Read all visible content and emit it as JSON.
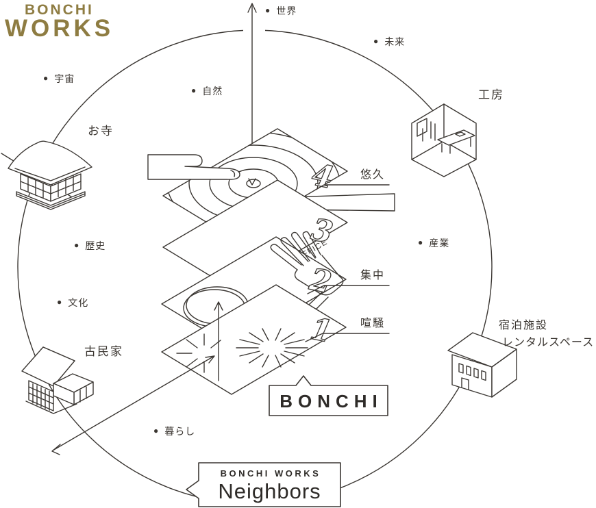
{
  "ink": "#3b3733",
  "logo": {
    "line1": "BONCHI",
    "line2": "WORKS",
    "color": "#8e7c42"
  },
  "bullet": "●",
  "orbit_labels": {
    "sekai": "世界",
    "mirai": "未来",
    "uchu": "宇宙",
    "shizen": "自然",
    "rekishi": "歴史",
    "bunka": "文化",
    "sangyo": "産業",
    "kurashi": "暮らし"
  },
  "buildings": {
    "temple": "お寺",
    "workshop": "工房",
    "kominka": "古民家",
    "lodging_line1": "宿泊施設",
    "lodging_line2": "レンタルスペース"
  },
  "layers": {
    "l4_num": "4",
    "l4_label": "悠久",
    "l3_num": "3",
    "l3_label": "MEETING ROOM/OFFICE",
    "l2_num": "2",
    "l2_label": "集中",
    "l1_num": "1",
    "l1_label": "喧騒"
  },
  "bonchi_box": {
    "label": "BONCHI"
  },
  "neighbors": {
    "line1": "BONCHI WORKS",
    "line2": "Neighbors"
  }
}
